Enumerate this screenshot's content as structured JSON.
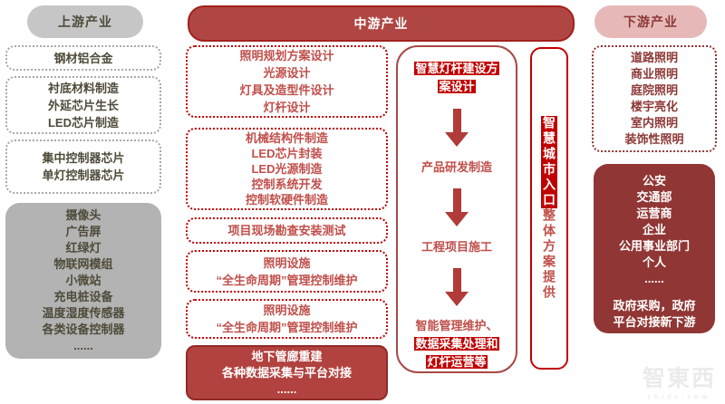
{
  "headers": {
    "upstream": "上游产业",
    "midstream": "中游产业",
    "downstream": "下游产业"
  },
  "upstream": {
    "materials_box": {
      "lines": [
        "钢材铝合金"
      ]
    },
    "chip_box": {
      "lines": [
        "衬底材料制造",
        "外延芯片生长",
        "LED芯片制造"
      ]
    },
    "controller_box": {
      "lines": [
        "集中控制器芯片",
        "单灯控制器芯片"
      ]
    },
    "devices_box": {
      "lines": [
        "摄像头",
        "广告屏",
        "红绿灯",
        "物联网模组",
        "小微站",
        "充电桩设备",
        "温度湿度传感器",
        "各类设备控制器",
        "......"
      ]
    }
  },
  "midstream": {
    "design_box": {
      "lines": [
        "照明规划方案设计",
        "光源设计",
        "灯具及造型件设计",
        "灯杆设计"
      ]
    },
    "manufacturing_box": {
      "lines": [
        "机械结构件制造",
        "LED芯片封装",
        "LED光源制造",
        "控制系统开发",
        "控制软硬件制造"
      ]
    },
    "survey_box": {
      "lines": [
        "项目现场勘查安装测试"
      ]
    },
    "maintenance_box_1": {
      "lines": [
        "照明设施",
        "“全生命周期”管理控制维护"
      ]
    },
    "maintenance_box_2": {
      "lines": [
        "照明设施",
        "“全生命周期”管理控制维护"
      ]
    },
    "underground_box": {
      "lines": [
        "地下管廊重建",
        "各种数据采集与平台对接",
        "......"
      ]
    }
  },
  "process_flow": {
    "step1": "智慧灯杆建设方案设计",
    "step2": "产品研发制造",
    "step3": "工程项目施工",
    "step4_plain": "智能管理维护、",
    "step4_highlight": "数据采集处理和灯杆运营等"
  },
  "entry_banner": {
    "highlight": "智慧城市入口",
    "rest": "整体方案提供"
  },
  "downstream": {
    "applications_box": {
      "lines": [
        "道路照明",
        "商业照明",
        "庭院照明",
        "楼宇亮化",
        "室内照明",
        "装饰性照明"
      ]
    },
    "customers_box": {
      "lines": [
        "公安",
        "交通部",
        "运营商",
        "企业",
        "公用事业部门",
        "个人",
        "......"
      ],
      "note_lines": [
        "政府采购，政府",
        "平台对接新下游"
      ]
    }
  },
  "watermark": {
    "logo": "智東西",
    "site": "zhidx.com"
  },
  "colors": {
    "gray_fill": "#b3b3b3",
    "gray_pill": "#c6c6c6",
    "gray_text": "#4f4b3a",
    "red_dash": "#c00000",
    "red_text": "#c04f4b",
    "mid_pill_fill": "#b04643",
    "mid_pill_border": "#a1201d",
    "mid_solid_fill": "#b2423f",
    "highlight_bg": "#c00000",
    "arrow": "#b03b38",
    "pink_pill": "#e6b9b8",
    "maroon": "#903634",
    "maroon_text": "#8c3836"
  }
}
